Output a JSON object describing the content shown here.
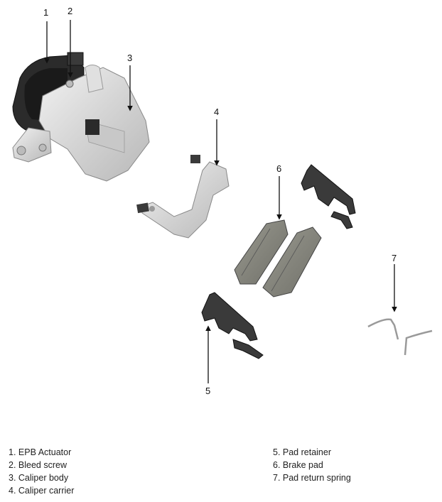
{
  "callouts": [
    "1",
    "2",
    "3",
    "4",
    "5",
    "6",
    "7"
  ],
  "legend": {
    "left": [
      "1. EPB Actuator",
      "2. Bleed screw",
      "3. Caliper body",
      "4. Caliper carrier"
    ],
    "right": [
      "5. Pad retainer",
      "6. Brake pad",
      "7. Pad return spring"
    ]
  },
  "colors": {
    "line": "#111111",
    "actuator": "#2a2a2a",
    "caliper": "#d9d9d9",
    "pad": "#8a8a82",
    "retainer": "#3a3a3a"
  }
}
